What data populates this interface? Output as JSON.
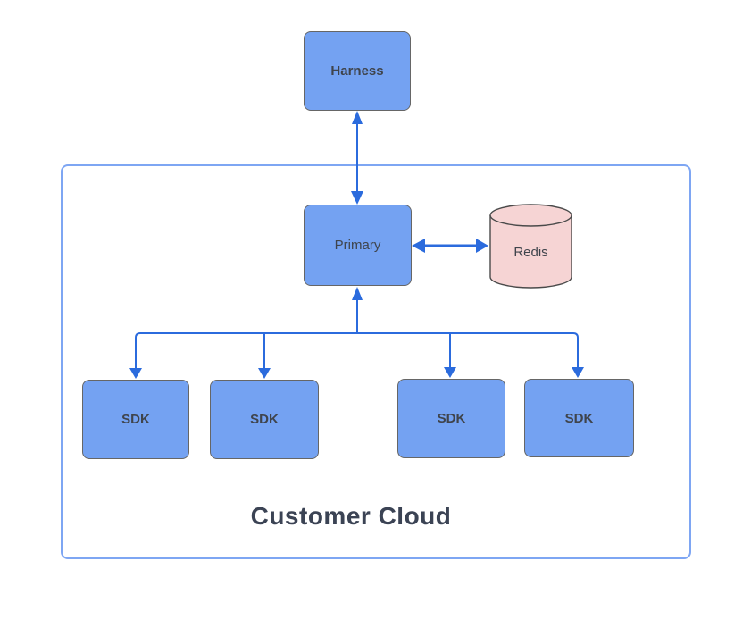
{
  "container": {
    "label": "Customer Cloud"
  },
  "nodes": {
    "harness": {
      "label": "Harness"
    },
    "primary": {
      "label": "Primary"
    },
    "redis": {
      "label": "Redis",
      "shape": "cylinder"
    },
    "sdk1": {
      "label": "SDK"
    },
    "sdk2": {
      "label": "SDK"
    },
    "sdk3": {
      "label": "SDK"
    },
    "sdk4": {
      "label": "SDK"
    }
  },
  "edges": [
    {
      "from": "Harness",
      "to": "Primary",
      "style": "bidirectional"
    },
    {
      "from": "Primary",
      "to": "Redis",
      "style": "bidirectional"
    },
    {
      "from": "Primary",
      "to": "SDK",
      "style": "fan-out, arrow up into Primary, arrows down into each of 4 SDK nodes"
    }
  ],
  "colors": {
    "background": "#ffffff",
    "node_fill": "#74a2f2",
    "node_border": "#666666",
    "redis_fill": "#f6d4d4",
    "redis_border": "#4a4a4a",
    "container_border": "#7ea6f3",
    "arrow": "#2b6bdd",
    "label": "#3f444c",
    "container_label": "#3b4354"
  }
}
